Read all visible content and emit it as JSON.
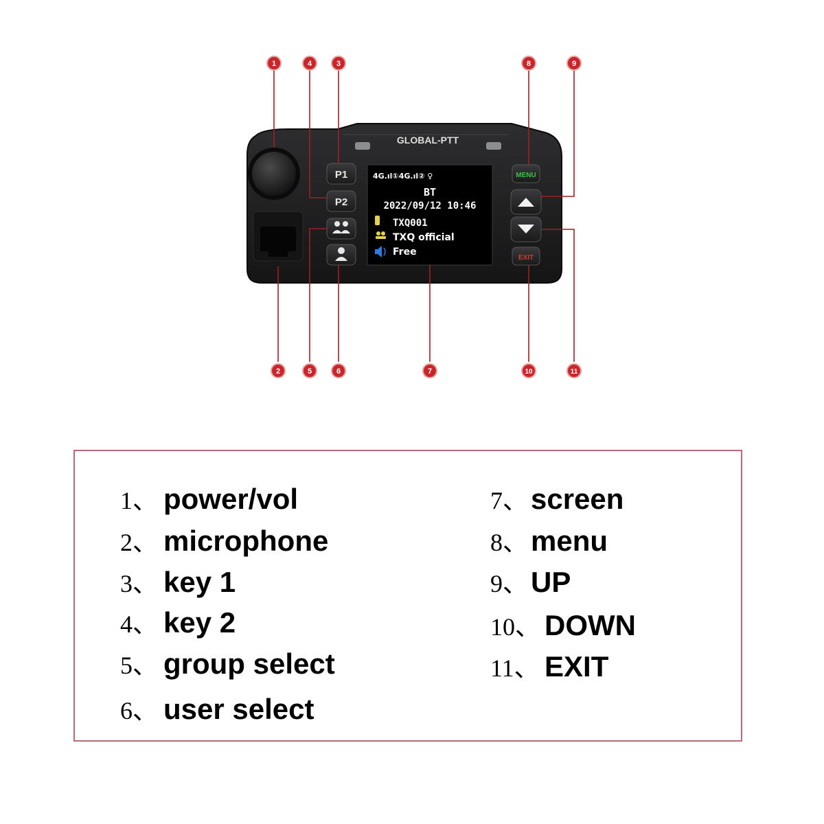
{
  "device": {
    "brand": "GLOBAL-PTT",
    "keys": {
      "p1": "P1",
      "p2": "P2",
      "menu": "MENU",
      "exit": "EXIT"
    },
    "screen": {
      "status": "4G.ıl①4G.ıl② ♀",
      "mode": "BT",
      "datetime": "2022/09/12  10:46",
      "user": "TXQ001",
      "group": "TXQ official",
      "state": "Free"
    }
  },
  "callouts": [
    "1",
    "4",
    "3",
    "8",
    "9",
    "2",
    "5",
    "6",
    "7",
    "10",
    "11"
  ],
  "legend": {
    "left": [
      {
        "num": "1、",
        "label": "power/vol"
      },
      {
        "num": "2、",
        "label": "microphone"
      },
      {
        "num": "3、",
        "label": "key 1"
      },
      {
        "num": "4、",
        "label": "key 2"
      },
      {
        "num": "5、",
        "label": "group select"
      },
      {
        "num": "6、",
        "label": "user select"
      }
    ],
    "right": [
      {
        "num": "7、",
        "label": "screen"
      },
      {
        "num": "8、",
        "label": "menu"
      },
      {
        "num": "9、",
        "label": "UP"
      },
      {
        "num": "10、",
        "label": "DOWN"
      },
      {
        "num": "11、",
        "label": "EXIT"
      }
    ]
  },
  "colors": {
    "callout": "#c8262a",
    "leader": "#a01f24",
    "legend_border": "#b56b72",
    "menu_text": "#38c24a",
    "exit_text": "#d23a2c",
    "user_icon": "#e6d24a",
    "group_icon": "#e6d24a",
    "state_icon": "#2e7be0"
  }
}
